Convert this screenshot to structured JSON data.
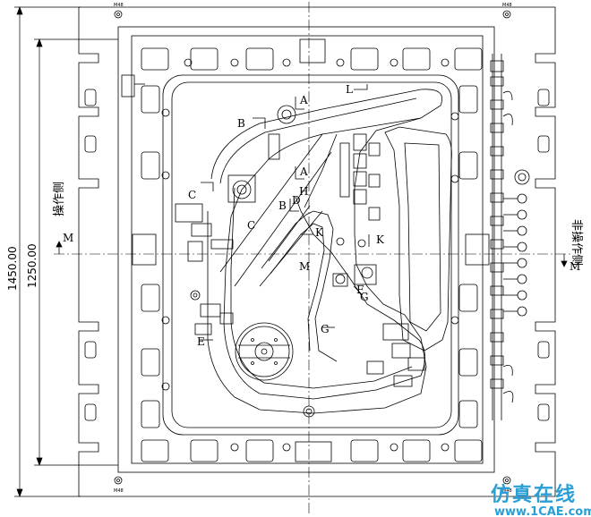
{
  "dimensions": {
    "overall_height": "1450.00",
    "inner_height": "1250.00"
  },
  "side_labels": {
    "operator_side": "操作侧",
    "non_operator_side": "非操作侧"
  },
  "axis_markers": {
    "m_left": "M",
    "m_right": "M"
  },
  "section_labels": {
    "A_top": "A",
    "A_mid": "A",
    "B_top": "B",
    "B_mid": "B",
    "C_left": "C",
    "C_mid": "C",
    "D": "D",
    "E": "E",
    "F": "F",
    "G_right": "G",
    "G_low": "G",
    "H": "H",
    "K_left": "K",
    "K_right": "K",
    "L": "L",
    "M_center": "M"
  },
  "corner_tags": {
    "top_left": "M48",
    "top_right": "M48",
    "bottom_left": "M48",
    "bottom_right": "M48"
  },
  "watermark": {
    "line1": "仿真在线",
    "line2": "www.1CAE.com"
  }
}
